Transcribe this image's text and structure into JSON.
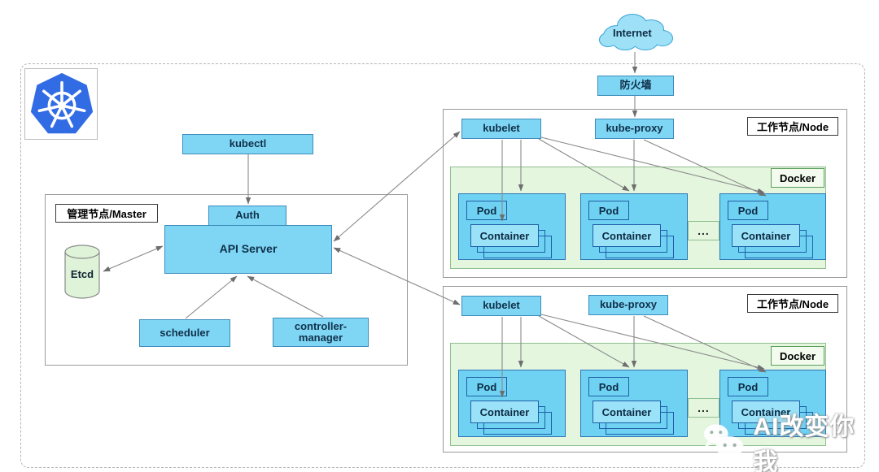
{
  "colors": {
    "box_blue": "#7ED6F4",
    "box_border": "#3C8DBC",
    "pod_blue": "#6FD2F2",
    "pod_border": "#2E75B6",
    "container_blue": "#9AE2F8",
    "docker_green": "#E4F6DE",
    "docker_border": "#8FBF8F",
    "etcd_green": "#DFF3D8",
    "k8s_logo_blue": "#326CE5",
    "cloud_blue": "#9EE1F7",
    "cloud_border": "#38A3D8",
    "arrow_gray": "#8a8a8a"
  },
  "internet": {
    "label": "Internet"
  },
  "firewall": {
    "label": "防火墙"
  },
  "master": {
    "title": "管理节点/Master",
    "kubectl_label": "kubectl",
    "auth_label": "Auth",
    "api_server_label": "API Server",
    "etcd_label": "Etcd",
    "scheduler_label": "scheduler",
    "controller_manager_label": "controller-manager"
  },
  "nodes": [
    {
      "title": "工作节点/Node",
      "kubelet_label": "kubelet",
      "kube_proxy_label": "kube-proxy",
      "docker_label": "Docker",
      "ellipsis": "...",
      "pods": [
        {
          "label": "Pod",
          "container": "Container"
        },
        {
          "label": "Pod",
          "container": "Container"
        },
        {
          "label": "Pod",
          "container": "Container"
        }
      ]
    },
    {
      "title": "工作节点/Node",
      "kubelet_label": "kubelet",
      "kube_proxy_label": "kube-proxy",
      "docker_label": "Docker",
      "ellipsis": "...",
      "pods": [
        {
          "label": "Pod",
          "container": "Container"
        },
        {
          "label": "Pod",
          "container": "Container"
        },
        {
          "label": "Pod",
          "container": "Container"
        }
      ]
    }
  ],
  "watermark": {
    "label": "AI改变你我"
  }
}
